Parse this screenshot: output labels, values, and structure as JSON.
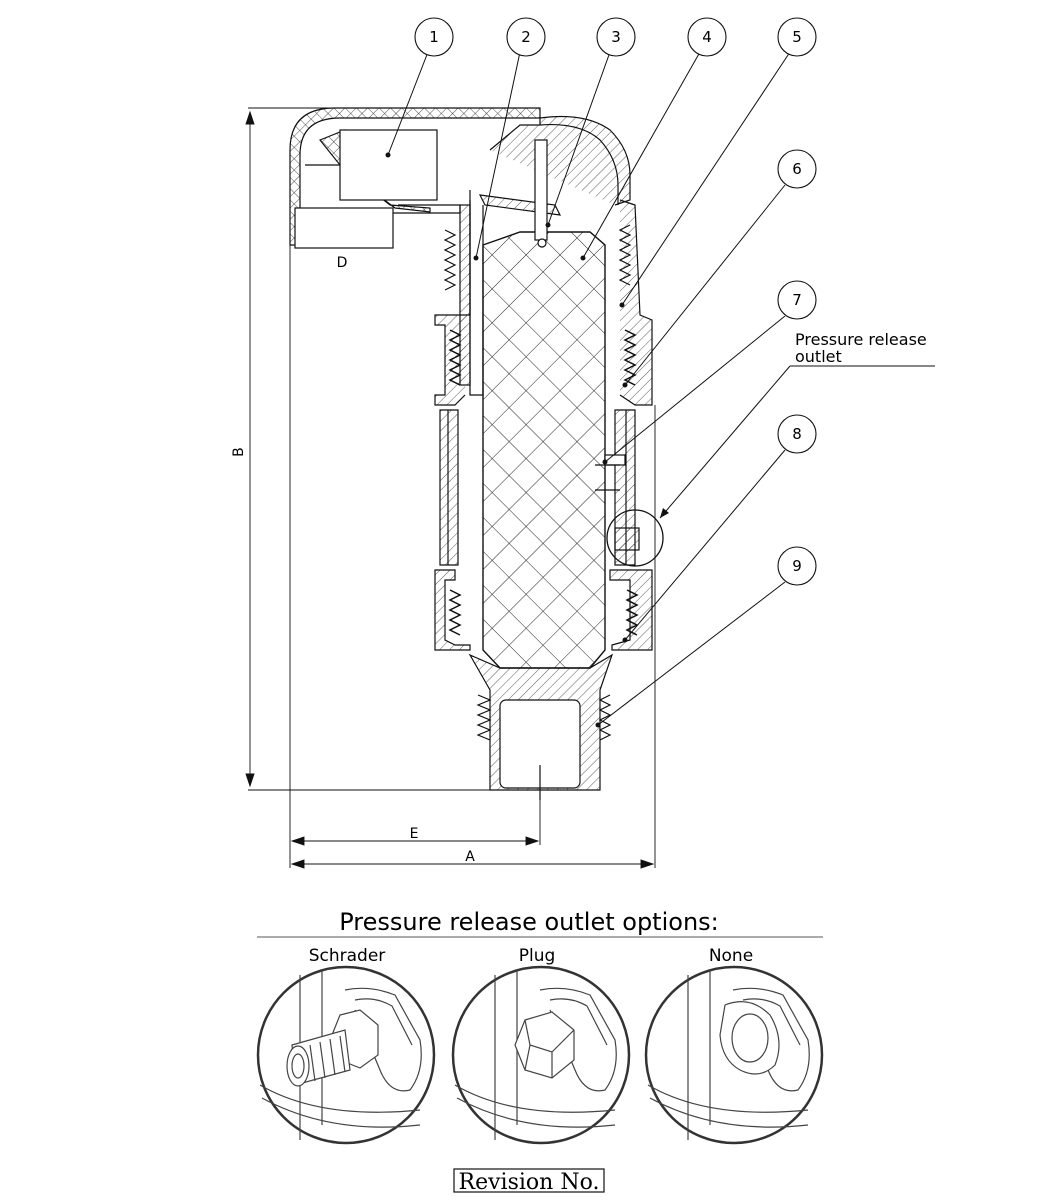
{
  "callouts": [
    {
      "number": "1"
    },
    {
      "number": "2"
    },
    {
      "number": "3"
    },
    {
      "number": "4"
    },
    {
      "number": "5"
    },
    {
      "number": "6"
    },
    {
      "number": "7"
    },
    {
      "number": "8"
    },
    {
      "number": "9"
    }
  ],
  "dimensions": {
    "a": "A",
    "b": "B",
    "d": "D",
    "e": "E"
  },
  "pressure_release_note": {
    "line1": "Pressure release",
    "line2": "outlet"
  },
  "options": {
    "title": "Pressure release outlet options:",
    "items": [
      {
        "label": "Schrader"
      },
      {
        "label": "Plug"
      },
      {
        "label": "None"
      }
    ]
  },
  "revision": {
    "label": "Revision No."
  }
}
